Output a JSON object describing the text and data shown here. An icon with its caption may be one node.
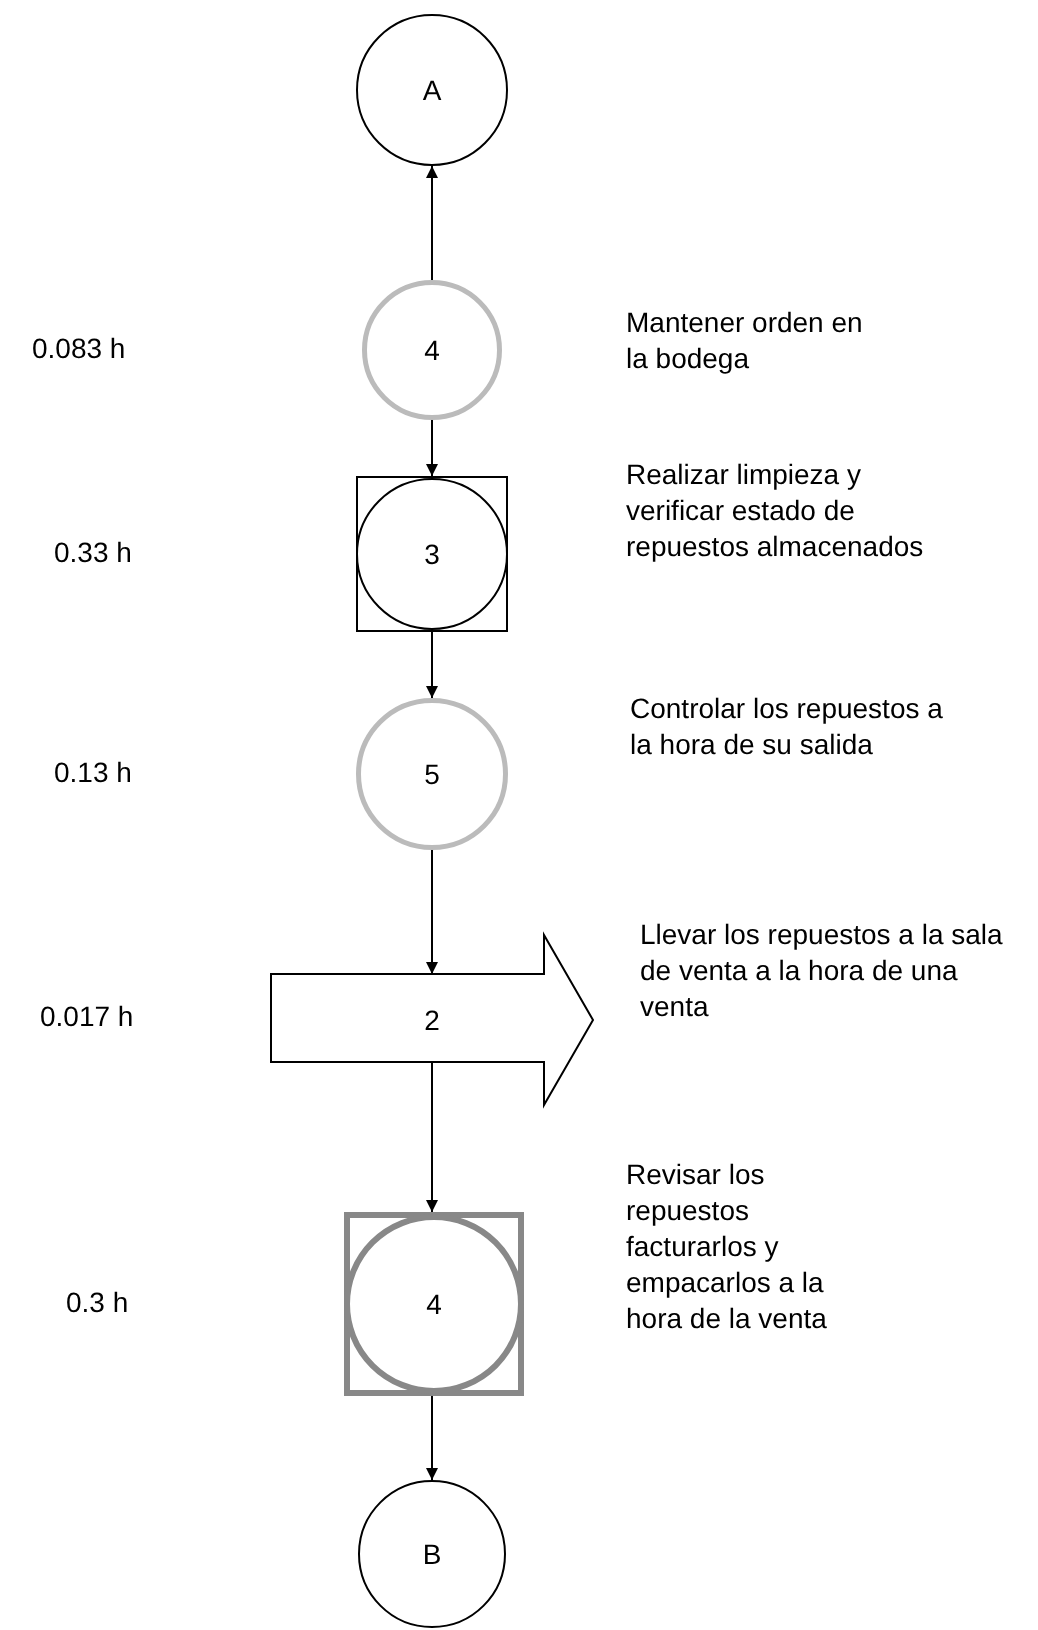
{
  "diagram": {
    "nodes": [
      {
        "text": [
          "A"
        ]
      },
      {
        "text": [
          "4"
        ]
      },
      {
        "text": [
          "3"
        ]
      },
      {
        "text": [
          "5"
        ]
      },
      {
        "text": [
          "2"
        ]
      },
      {
        "text": [
          "4"
        ]
      },
      {
        "text": [
          "B"
        ]
      }
    ],
    "edges": [
      {
        "from": 1,
        "to": 0,
        "arrow": "to"
      },
      {
        "from": 1,
        "to": 2,
        "arrow": "to"
      },
      {
        "from": 2,
        "to": 3,
        "arrow": "to"
      },
      {
        "from": 3,
        "to": 4,
        "arrow": "to"
      },
      {
        "from": 4,
        "to": 5,
        "arrow": "to"
      },
      {
        "from": 5,
        "to": 6,
        "arrow": "to"
      }
    ],
    "labels": [
      "0.083 h",
      "Mantener orden en la bodega",
      "0.33 h",
      "Realizar limpieza y verificar estado de repuestos almacenados",
      "0.13 h",
      "Controlar los repuestos a la hora de su salida",
      "0.017 h",
      "Llevar los repuestos a la sala de venta a la hora de una venta",
      "0.3 h",
      "Revisar los repuestos facturarlos y empacarlos a la hora de la venta"
    ]
  }
}
